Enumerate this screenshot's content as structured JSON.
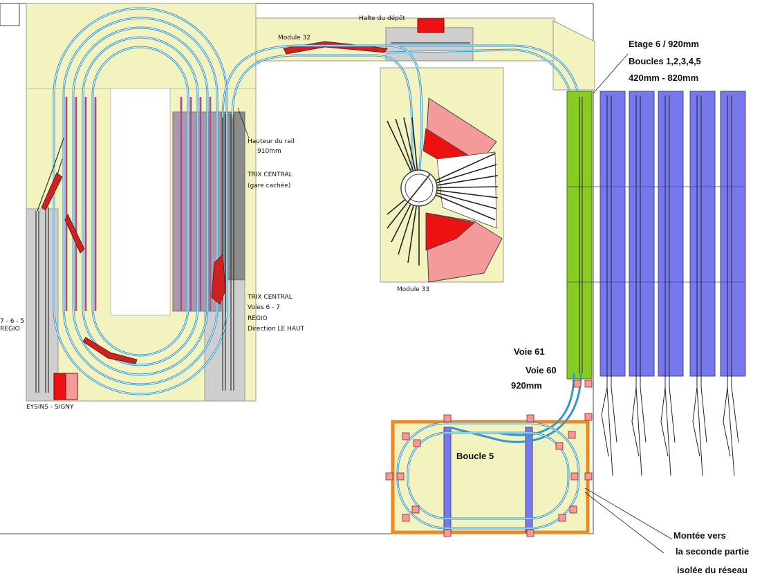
{
  "labels": {
    "halte_depot": "Halte du dépôt",
    "module32": "Module 32",
    "module33": "Module 33",
    "hauteur_line1": "Hauteur du rail",
    "hauteur_line2": "910mm",
    "trix_central": "TRIX CENTRAL",
    "gare_cachee": "(gare cachée)",
    "trix_central2": "TRIX CENTRAL",
    "voies67": "Voies 6 - 7",
    "regio": "REGIO",
    "direction": "Direction LE HAUT",
    "left_voies": "7 - 6 - 5",
    "left_regio": "REGIO",
    "eysins": "EYSINS - SIGNY",
    "etage": "Etage 6 / 920mm",
    "boucles": "Boucles 1,2,3,4,5",
    "hauteurs": "420mm - 820mm",
    "voie61": "Voie 61",
    "voie60": "Voie 60",
    "h920": "920mm",
    "boucle5": "Boucle 5",
    "montee1": "Montée vers",
    "montee2": "la seconde partie",
    "montee3": "isolée du réseau"
  },
  "colors": {
    "baseboard": "#f3f3c0",
    "hidden_station": "#8c8c8c",
    "track_blue": "#3399cc",
    "track_pink": "#cc66aa",
    "turnout_red": "#cc2222",
    "loop_blue": "#7777ee",
    "green_board": "#88cc22",
    "turntable_red": "#ee1111",
    "turntable_pink": "#f49a9a",
    "orange_frame": "#ee8822"
  }
}
